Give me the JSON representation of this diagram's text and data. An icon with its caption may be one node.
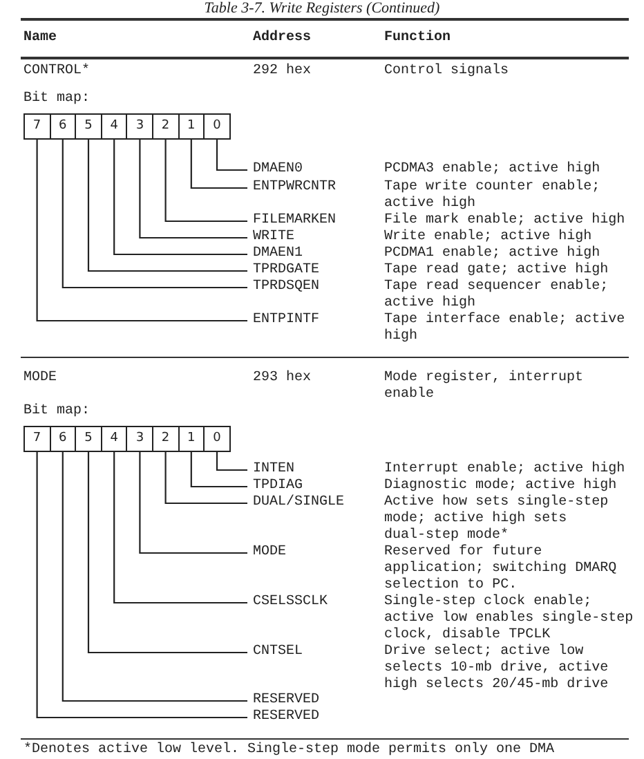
{
  "diagram": {
    "title": "Table 3-7. Write Registers (Continued)",
    "caption": "*Denotes active low level. Single-step mode permits only one DMA",
    "nodes": [
      {
        "text": [
          "7"
        ]
      },
      {
        "text": [
          "6"
        ]
      },
      {
        "text": [
          "5"
        ]
      },
      {
        "text": [
          "4"
        ]
      },
      {
        "text": [
          "3"
        ]
      },
      {
        "text": [
          "2"
        ]
      },
      {
        "text": [
          "1"
        ]
      },
      {
        "text": [
          "0"
        ]
      },
      {
        "text": [
          "DMAEN0"
        ]
      },
      {
        "text": [
          "ENTPWRCNTR"
        ]
      },
      {
        "text": [
          "FILEMARKEN"
        ]
      },
      {
        "text": [
          "WRITE"
        ]
      },
      {
        "text": [
          "DMAEN1"
        ]
      },
      {
        "text": [
          "TPRDGATE"
        ]
      },
      {
        "text": [
          "TPRDSQEN"
        ]
      },
      {
        "text": [
          "ENTPINTF"
        ]
      },
      {
        "text": [
          "7"
        ]
      },
      {
        "text": [
          "6"
        ]
      },
      {
        "text": [
          "5"
        ]
      },
      {
        "text": [
          "4"
        ]
      },
      {
        "text": [
          "3"
        ]
      },
      {
        "text": [
          "2"
        ]
      },
      {
        "text": [
          "1"
        ]
      },
      {
        "text": [
          "0"
        ]
      },
      {
        "text": [
          "INTEN"
        ]
      },
      {
        "text": [
          "TPDIAG"
        ]
      },
      {
        "text": [
          "DUAL/SINGLE"
        ]
      },
      {
        "text": [
          "MODE"
        ]
      },
      {
        "text": [
          "CSELSSCLK"
        ]
      },
      {
        "text": [
          "CNTSEL"
        ]
      },
      {
        "text": [
          "RESERVED"
        ]
      },
      {
        "text": [
          "RESERVED"
        ]
      }
    ],
    "edges": [
      {
        "from": 7,
        "to": 8,
        "arrow": "none"
      },
      {
        "from": 6,
        "to": 9,
        "arrow": "none"
      },
      {
        "from": 5,
        "to": 10,
        "arrow": "none"
      },
      {
        "from": 4,
        "to": 11,
        "arrow": "none"
      },
      {
        "from": 3,
        "to": 12,
        "arrow": "none"
      },
      {
        "from": 2,
        "to": 13,
        "arrow": "none"
      },
      {
        "from": 1,
        "to": 14,
        "arrow": "none"
      },
      {
        "from": 0,
        "to": 15,
        "arrow": "none"
      },
      {
        "from": 23,
        "to": 24,
        "arrow": "none"
      },
      {
        "from": 22,
        "to": 25,
        "arrow": "none"
      },
      {
        "from": 21,
        "to": 26,
        "arrow": "none"
      },
      {
        "from": 20,
        "to": 27,
        "arrow": "none"
      },
      {
        "from": 19,
        "to": 28,
        "arrow": "none"
      },
      {
        "from": 18,
        "to": 29,
        "arrow": "none"
      },
      {
        "from": 17,
        "to": 30,
        "arrow": "none"
      },
      {
        "from": 16,
        "to": 31,
        "arrow": "none"
      }
    ],
    "labels": [
      "Name",
      "Address",
      "Function",
      "CONTROL*",
      "292 hex",
      "Control signals",
      "Bit map:",
      "PCDMA3 enable; active high",
      "Tape write counter enable; active high",
      "File mark enable; active high",
      "Write enable; active high",
      "PCDMA1 enable; active high",
      "Tape read gate; active high",
      "Tape read sequencer enable; active high",
      "Tape interface enable; active high",
      "MODE",
      "293 hex",
      "Mode register, interrupt enable",
      "Bit map:",
      "Interrupt enable; active high",
      "Diagnostic mode; active high",
      "Active how sets single-step mode; active high sets dual-step mode*",
      "Reserved for future application; switching DMARQ selection to PC.",
      "Single-step clock enable; active low enables single-step clock, disable TPCLK",
      "Drive select; active low selects 10-mb drive, active high selects 20/45-mb drive"
    ]
  }
}
